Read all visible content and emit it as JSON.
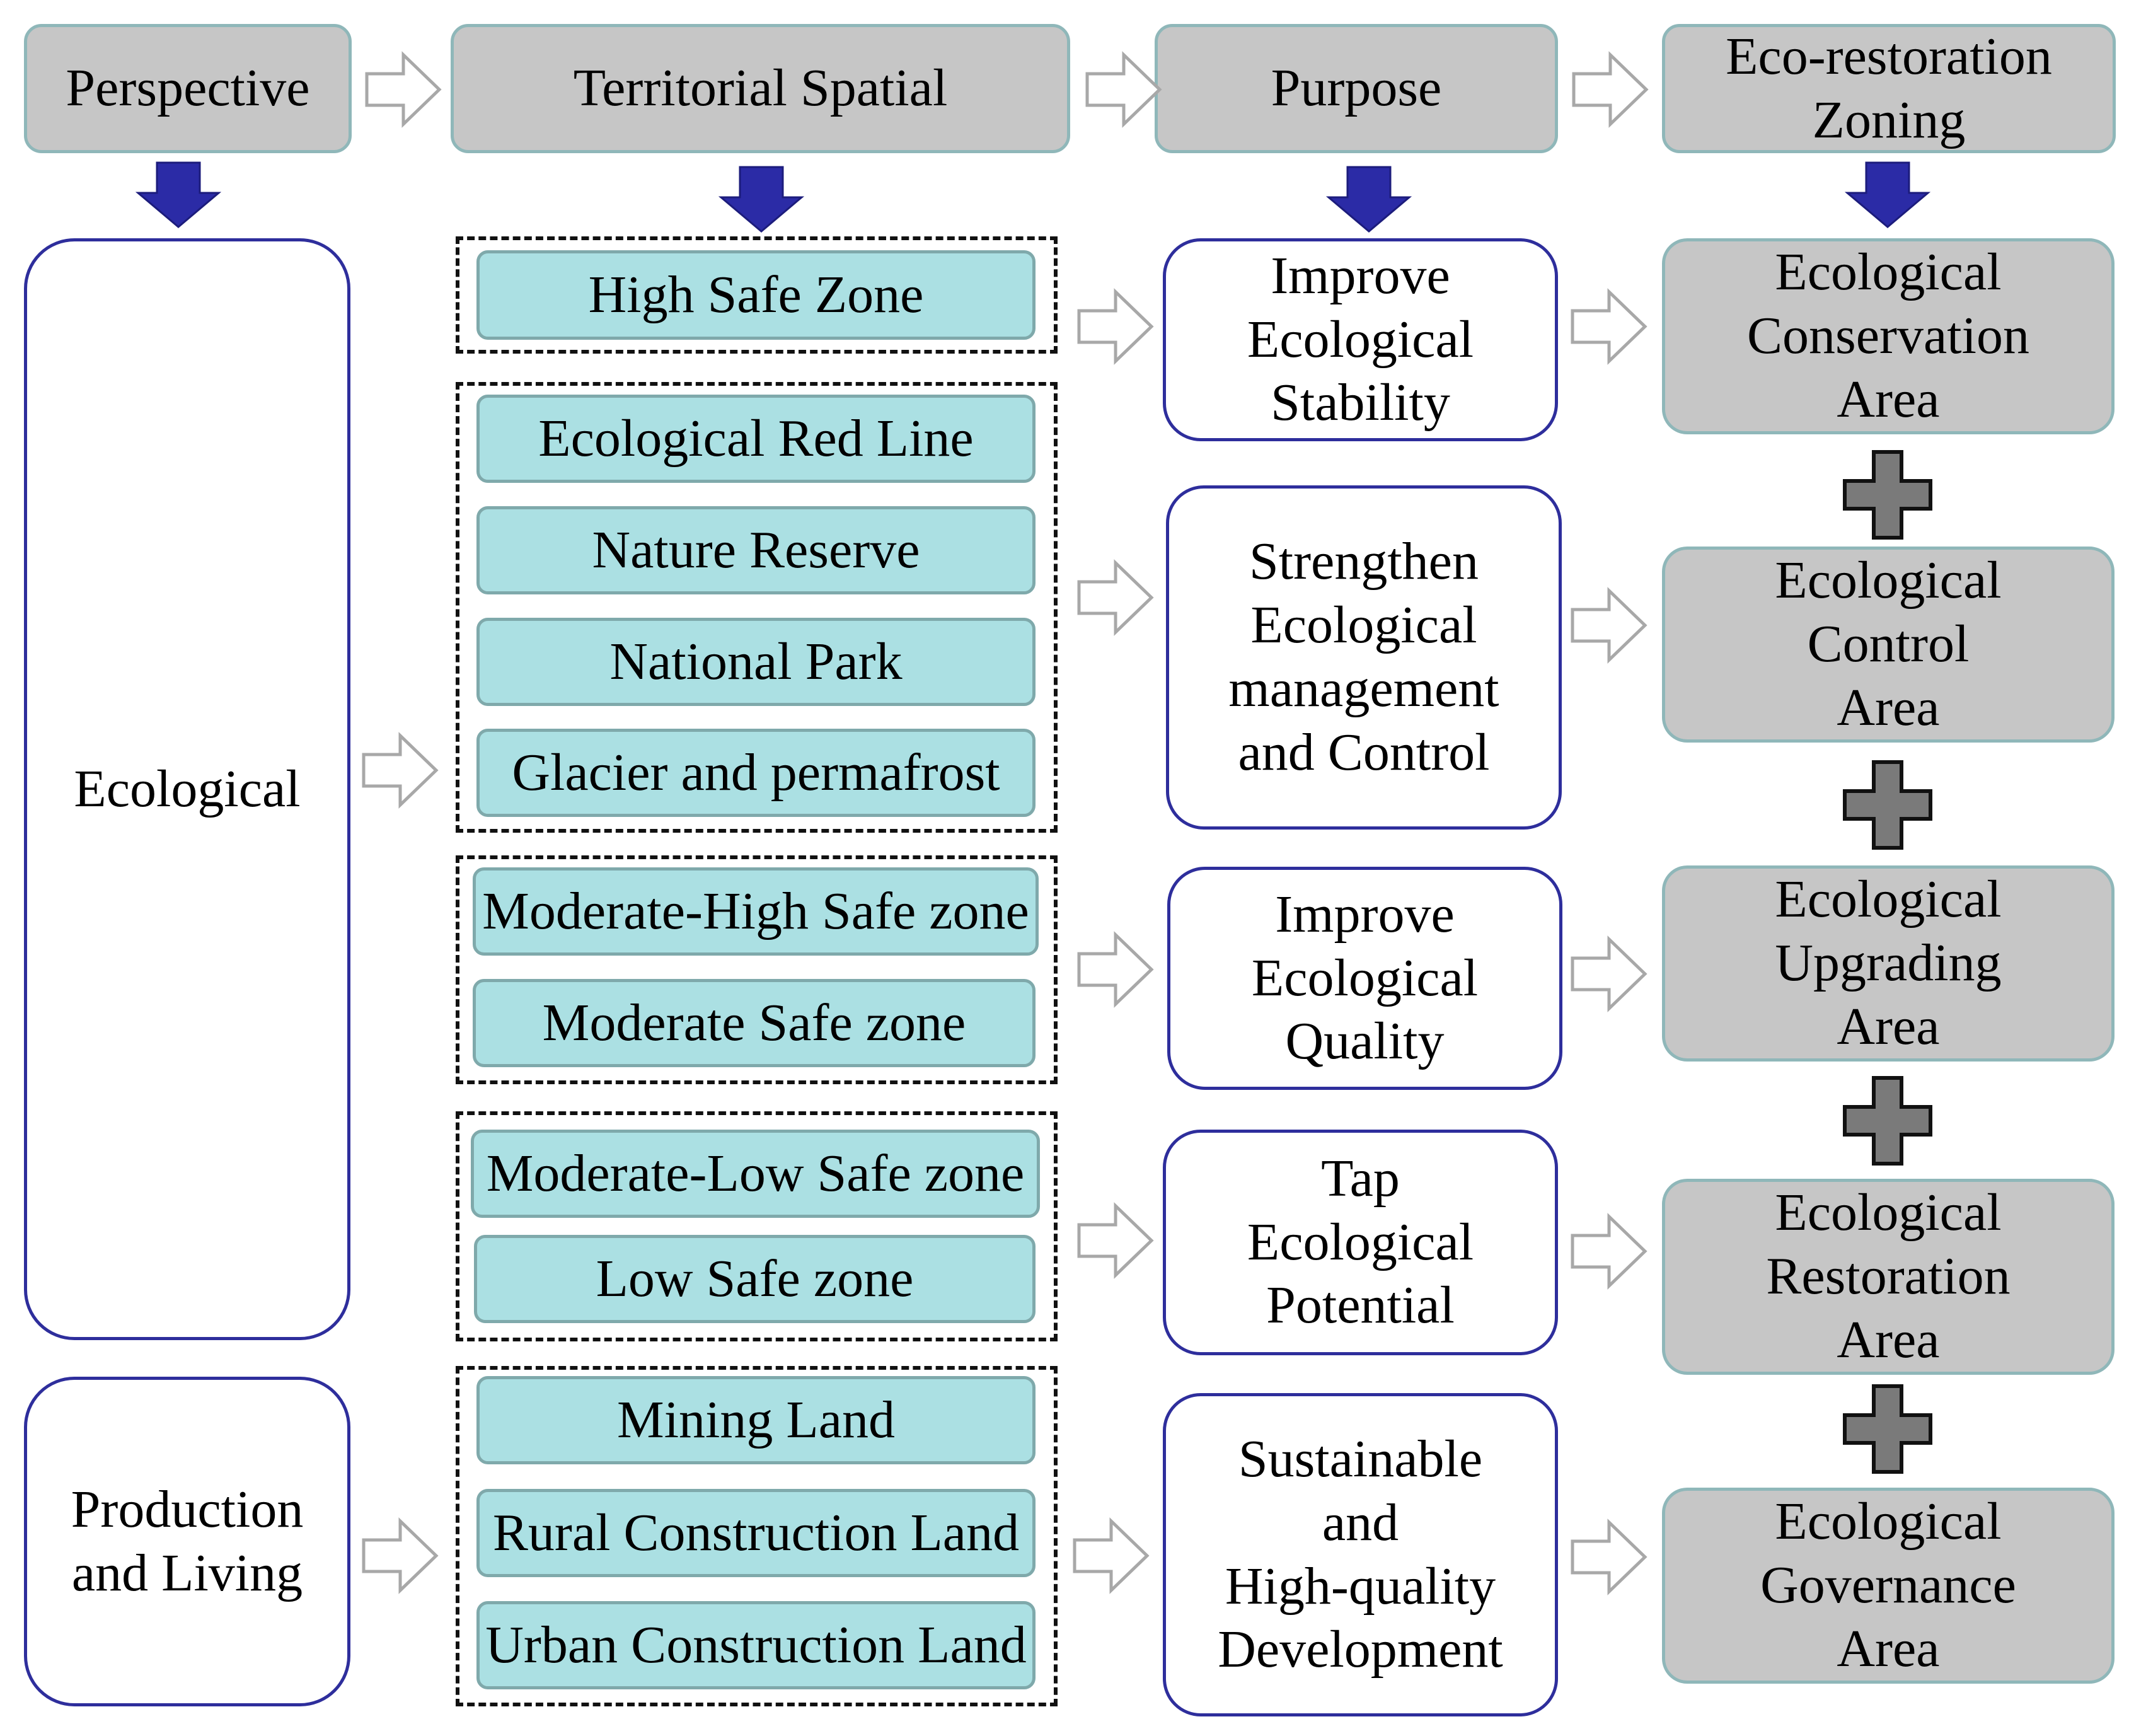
{
  "headers": {
    "perspective": "Perspective",
    "territorial_spatial": "Territorial Spatial",
    "purpose": "Purpose",
    "eco_restoration_zoning": "Eco-restoration\nZoning"
  },
  "perspectives": {
    "ecological": "Ecological",
    "production_living": "Production\nand Living"
  },
  "territorial": {
    "high_safe_zone": "High Safe Zone",
    "ecological_red_line": "Ecological Red Line",
    "nature_reserve": "Nature Reserve",
    "national_park": "National Park",
    "glacier_permafrost": "Glacier and permafrost",
    "moderate_high_safe_zone": "Moderate-High Safe zone",
    "moderate_safe_zone": "Moderate Safe zone",
    "moderate_low_safe_zone": "Moderate-Low Safe zone",
    "low_safe_zone": "Low Safe zone",
    "mining_land": "Mining Land",
    "rural_construction_land": "Rural Construction Land",
    "urban_construction_land": "Urban Construction Land"
  },
  "purposes": {
    "improve_stability": "Improve\nEcological\nStability",
    "strengthen_management": "Strengthen\nEcological\nmanagement\nand Control",
    "improve_quality": "Improve\nEcological\nQuality",
    "tap_potential": "Tap\nEcological\nPotential",
    "sustainable_development": "Sustainable\nand\nHigh-quality\nDevelopment"
  },
  "zones": {
    "conservation": "Ecological\nConservation\nArea",
    "control": "Ecological\nControl\nArea",
    "upgrading": "Ecological\nUpgrading\nArea",
    "restoration": "Ecological\nRestoration\nArea",
    "governance": "Ecological\nGovernance\nArea"
  },
  "colors": {
    "header_fill": "#c6c6c6",
    "cyan_fill": "#abe0e3",
    "navy_arrow": "#2b2ba6",
    "plus_fill": "#7a7a7a"
  }
}
